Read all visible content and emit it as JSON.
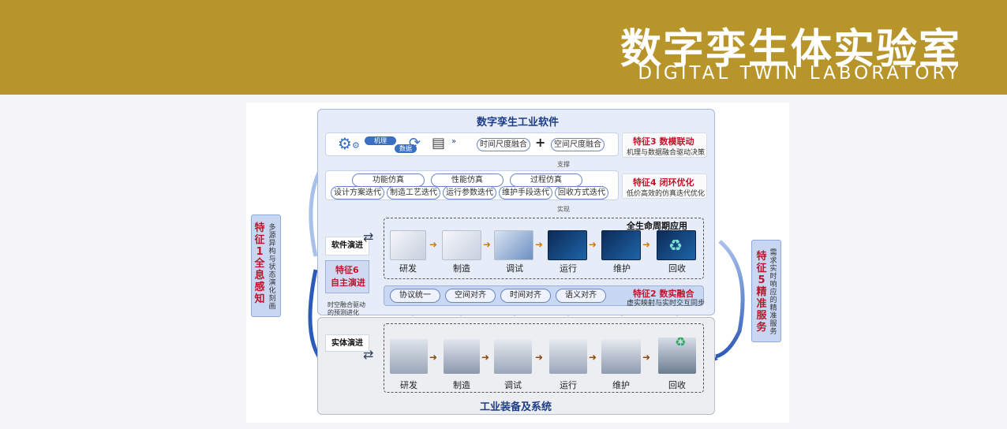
{
  "header": {
    "title_cn": "数字孪生体实验室",
    "title_en": "DIGITAL TWIN LABORATORY"
  },
  "diagram": {
    "top_title": "数字孪生工业软件",
    "bottom_title": "工业装备及系统",
    "row1": {
      "tag_mechanism": "机理",
      "tag_data": "数据",
      "pill_time": "时间尺度融合",
      "plus": "+",
      "pill_space": "空间尺度融合"
    },
    "support_label": "支撑",
    "row2": {
      "top_pills": [
        "功能仿真",
        "性能仿真",
        "过程仿真"
      ],
      "bottom_pills": [
        "设计方案迭代",
        "制造工艺迭代",
        "运行参数迭代",
        "维护手段迭代",
        "回收方式迭代"
      ]
    },
    "realize_label": "实现",
    "lifecycle_title": "全生命周期应用",
    "stages": [
      "研发",
      "制造",
      "调试",
      "运行",
      "维护",
      "回收"
    ],
    "fusion_pills": [
      "协议统一",
      "空间对齐",
      "时间对齐",
      "语义对齐"
    ],
    "software_evolve": "软件演进",
    "entity_evolve": "实体演进",
    "features": {
      "f1": {
        "title": "特征1全息感知",
        "sub": "多源异构与状态演化刻画"
      },
      "f2": {
        "title": "特征2 数实融合",
        "sub": "虚实映射与实时交互同步"
      },
      "f3": {
        "title": "特征3 数模联动",
        "sub": "机理与数据融合驱动决策"
      },
      "f4": {
        "title": "特征4 闭环优化",
        "sub": "低价高效的仿真迭代优化"
      },
      "f5": {
        "title": "特征5精准服务",
        "sub": "需求实时响应的精准服务"
      },
      "f6": {
        "title1": "特征6",
        "title2": "自主演进",
        "sub": "时空融合驱动的预测进化"
      }
    }
  }
}
